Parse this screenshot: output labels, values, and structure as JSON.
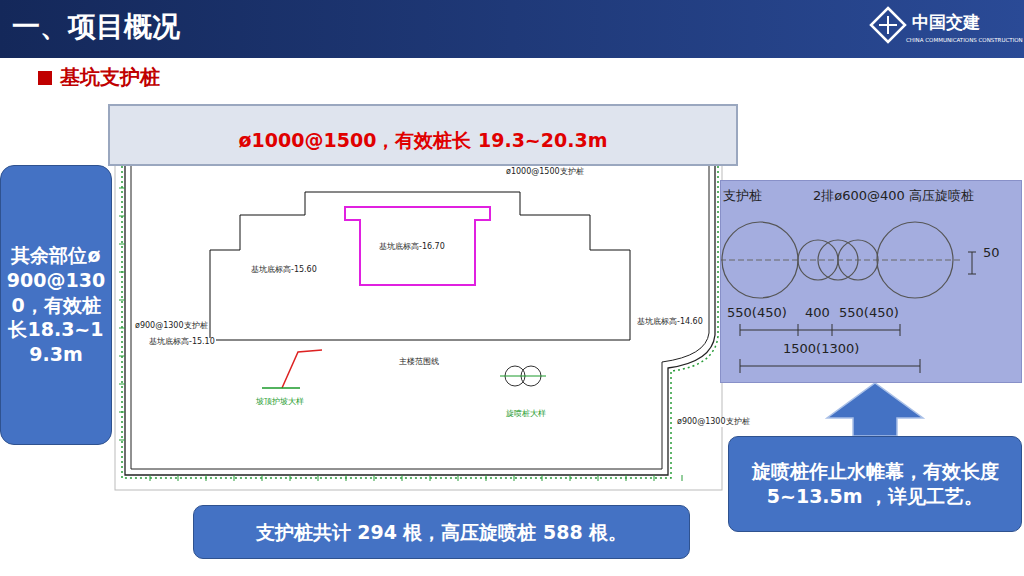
{
  "diagram": {
    "title": "一、项目概况",
    "nodes": [
      {
        "text": [
          "ø1000@1500，有效桩长 19.3~20.3m"
        ]
      },
      {
        "text": [
          "其余部位ø900@1300，有效桩长18.3~19.3m"
        ]
      },
      {
        "text": [
          "支护桩",
          "2排ø600@400 高压旋喷桩",
          "550(450)",
          "400",
          "550(450)",
          "1500(1300)",
          "50"
        ]
      },
      {
        "text": [
          "旋喷桩作止水帷幕，有效长度 5~13.5m ，详见工艺。"
        ]
      },
      {
        "text": [
          "支护桩共计 294 根，高压旋喷桩 588 根。"
        ]
      }
    ],
    "edges": [
      {
        "from": 3,
        "to": 2,
        "arrow": "to"
      }
    ],
    "labels": [
      "中国交建",
      "CHINA COMMUNICATIONS CONSTRUCTION",
      "基坑支护桩",
      "基坑底标高-15.60",
      "基坑底标高-16.70",
      "主楼范围线",
      "基坑底标高-14.60",
      "基坑底标高-15.10",
      "ø1000@1500支护桩",
      "ø900@1300支护桩",
      "ø900@1300支护桩",
      "坡顶护坡大样",
      "旋喷桩大样"
    ]
  }
}
